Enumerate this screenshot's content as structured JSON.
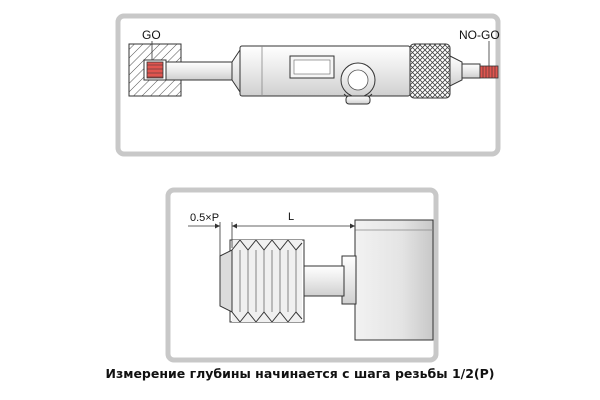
{
  "gauge_panel": {
    "go_label": "GO",
    "nogo_label": "NO-GO"
  },
  "depth_panel": {
    "offset_label": "0.5×P",
    "length_label": "L"
  },
  "caption": "Измерение глубины начинается с шага резьбы 1/2(P)",
  "colors": {
    "thread_highlight": "#e0554f",
    "panel_border": "#c8c8c8",
    "line": "#333333"
  }
}
